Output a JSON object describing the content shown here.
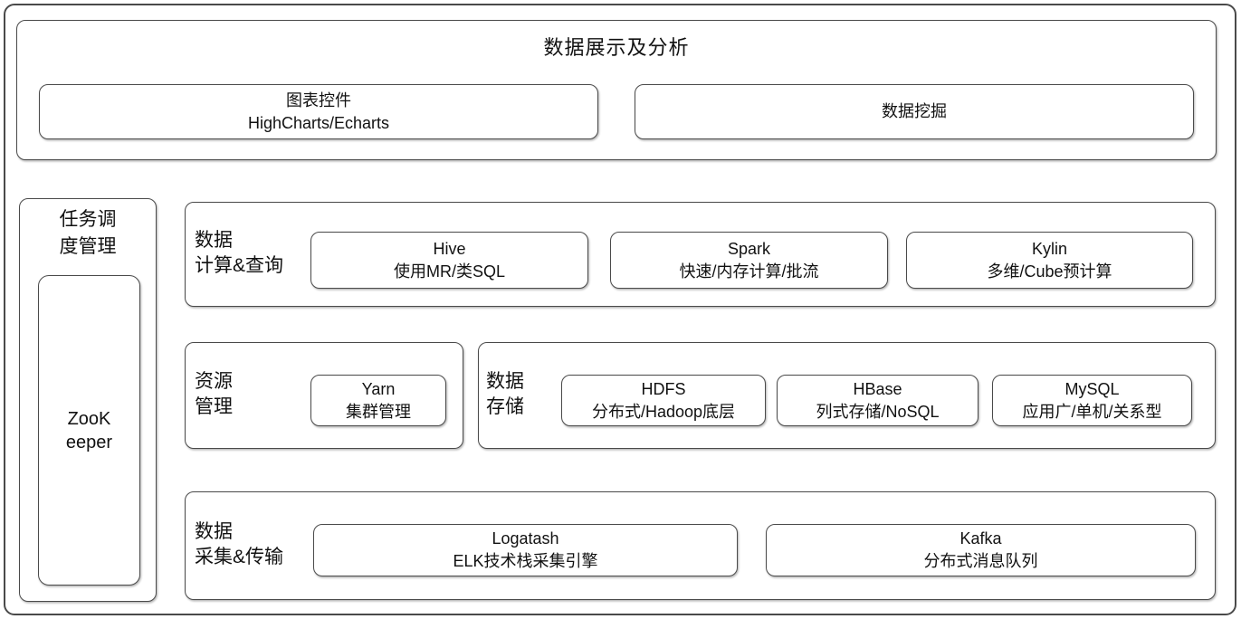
{
  "colors": {
    "border": "#4a4a4a",
    "text": "#111111",
    "background": "#ffffff"
  },
  "top_section": {
    "title": "数据展示及分析",
    "chart_box": {
      "name": "图表控件",
      "desc": "HighCharts/Echarts"
    },
    "mining_box": {
      "name": "数据挖掘"
    }
  },
  "scheduler": {
    "label_line1": "任务调",
    "label_line2": "度管理",
    "zookeeper": {
      "line1": "ZooK",
      "line2": "eeper"
    }
  },
  "compute_row": {
    "label_line1": "数据",
    "label_line2": "计算&查询",
    "boxes": [
      {
        "name": "Hive",
        "desc": "使用MR/类SQL"
      },
      {
        "name": "Spark",
        "desc": "快速/内存计算/批流"
      },
      {
        "name": "Kylin",
        "desc": "多维/Cube预计算"
      }
    ]
  },
  "resource_row": {
    "label_line1": "资源",
    "label_line2": "管理",
    "boxes": [
      {
        "name": "Yarn",
        "desc": "集群管理"
      }
    ]
  },
  "storage_row": {
    "label_line1": "数据",
    "label_line2": "存储",
    "boxes": [
      {
        "name": "HDFS",
        "desc": "分布式/Hadoop底层"
      },
      {
        "name": "HBase",
        "desc": "列式存储/NoSQL"
      },
      {
        "name": "MySQL",
        "desc": "应用广/单机/关系型"
      }
    ]
  },
  "collection_row": {
    "label_line1": "数据",
    "label_line2": "采集&传输",
    "boxes": [
      {
        "name": "Logatash",
        "desc": "ELK技术栈采集引擎"
      },
      {
        "name": "Kafka",
        "desc": "分布式消息队列"
      }
    ]
  }
}
